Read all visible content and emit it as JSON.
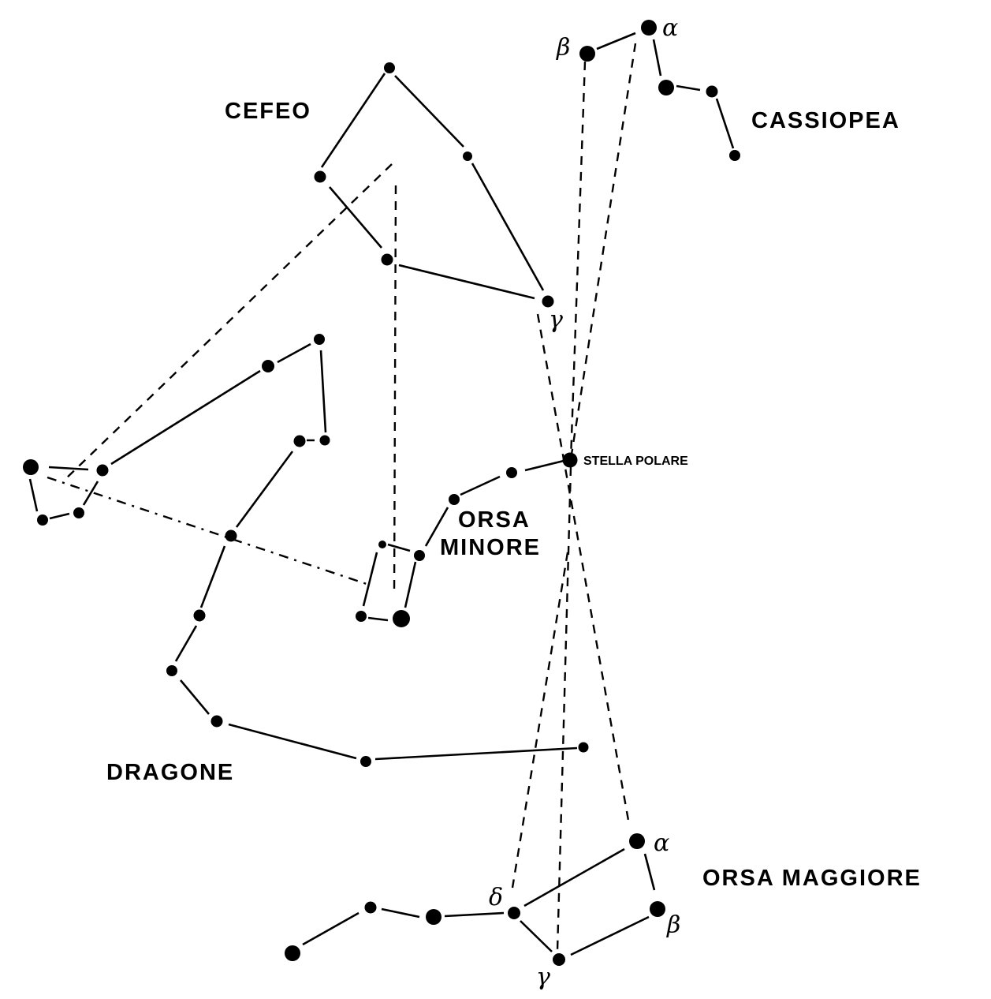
{
  "labels": {
    "cefeo": "CEFEO",
    "cassiopea": "CASSIOPEA",
    "orsa_minore_1": "ORSA",
    "orsa_minore_2": "MINORE",
    "dragone": "DRAGONE",
    "orsa_maggiore": "ORSA MAGGIORE",
    "stella_polare": "STELLA POLARE"
  },
  "greek": {
    "cassiopea_alpha": "α",
    "cassiopea_beta": "β",
    "cefeo_gamma": "γ",
    "orsa_maggiore_alpha": "α",
    "orsa_maggiore_beta": "β",
    "orsa_maggiore_gamma": "γ",
    "orsa_maggiore_delta": "δ"
  }
}
